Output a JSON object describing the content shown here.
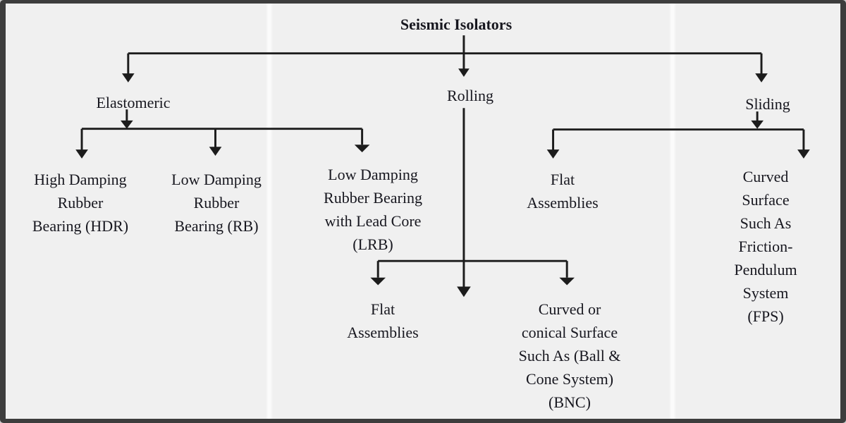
{
  "diagram": {
    "title_note": "Classification tree of seismic isolators",
    "root": {
      "label": "Seismic Isolators",
      "children": [
        {
          "label": "Elastomeric",
          "children": [
            {
              "label": "High Damping\nRubber\nBearing (HDR)"
            },
            {
              "label": "Low Damping\nRubber\nBearing (RB)"
            },
            {
              "label": "Low Damping\nRubber Bearing\nwith Lead Core\n(LRB)"
            }
          ]
        },
        {
          "label": "Rolling",
          "children": [
            {
              "label": "Flat\nAssemblies"
            },
            {
              "label": "Curved or\nconical Surface\nSuch As (Ball &\nCone System)\n(BNC)"
            }
          ]
        },
        {
          "label": "Sliding",
          "children": [
            {
              "label": "Flat\nAssemblies"
            },
            {
              "label": "Curved Surface\nSuch As\nFriction-Pendulum\nSystem (FPS)"
            }
          ]
        }
      ]
    },
    "colors": {
      "background": "#f0f0f0",
      "frame": "#3d3d3d",
      "line": "#1c1c1c",
      "text": "#17171f",
      "panel_divider": "#fbfbfb"
    }
  }
}
